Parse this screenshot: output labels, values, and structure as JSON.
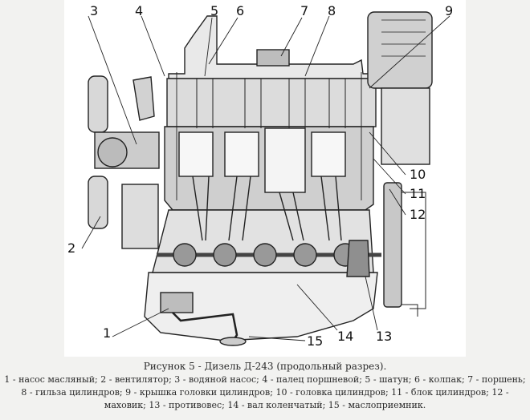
{
  "figure": {
    "callouts": [
      "1",
      "2",
      "3",
      "4",
      "5",
      "6",
      "7",
      "8",
      "9",
      "10",
      "11",
      "12",
      "13",
      "14",
      "15"
    ]
  },
  "caption": "Рисунок 5 - Дизель Д-243 (продольный разрез).",
  "legend": "1 - насос масляный; 2 - вентилятор; 3 - водяной насос; 4 - палец поршневой; 5 - шатун; 6 - колпак; 7 - поршень; 8 - гильза цилиндров; 9 - крышка головки цилиндров; 10 - головка цилиндров; 11 - блок цилиндров; 12 - маховик; 13 - противовес; 14 - вал коленчатый; 15 - маслоприемник."
}
